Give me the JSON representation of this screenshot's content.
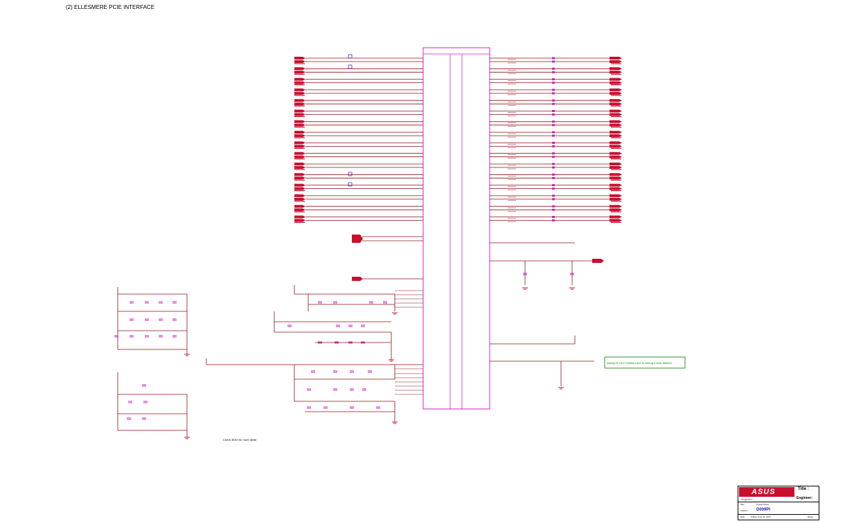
{
  "page_title": "(2) ELLESMERE PCIE INTERFACE",
  "notes": {
    "bom": "Check BOM for more detail",
    "debug": "(setup) R-GCO Deleted due to Debug E-fuse deleted"
  },
  "title_block": {
    "logo": "ASUS",
    "title_label": "Title :",
    "engineer_label": "Engineer:",
    "org": "<Engineer>",
    "size_label": "Size",
    "project_label": "Project Name",
    "custom_label": "Custom",
    "project_name": "D009PI",
    "date_label": "Date",
    "date_value": "Friday, June 09, 2017",
    "sheet_label": "Sheet"
  },
  "colors": {
    "net": "#8c1010",
    "chip": "#d020c0",
    "port": "#c8102e",
    "note_border": "#007700",
    "accent": "#1a1aa8"
  }
}
